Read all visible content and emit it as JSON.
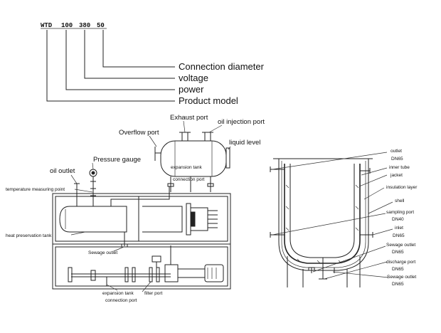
{
  "model_code": {
    "parts": [
      "WTD",
      "100",
      "380",
      "50"
    ],
    "legend": [
      "Connection diameter",
      "voltage",
      "power",
      "Product model"
    ]
  },
  "heater": {
    "labels": {
      "exhaust_port": "Exhaust port",
      "oil_injection_port": "oil injection port",
      "overflow_port": "Overflow port",
      "liquid_level": "liquid level",
      "pressure_gauge": "Pressure gauge",
      "expansion_tank": "expansion tank",
      "connection_port": "connection port",
      "oil_outlet": "oil outlet",
      "temperature_measuring_point": "temperature measuring point",
      "heat_preservation_tank": "heat preservation tank",
      "sewage_outlet": "Sewage outlet",
      "filter_port": "filter port",
      "expansion_tank_bottom": "expansion tank",
      "connection_port_bottom": "connection port"
    }
  },
  "vessel": {
    "labels": {
      "outlet": "outlet",
      "outlet_dn": "DN65",
      "inner_tube": "inner tube",
      "jacket": "jacket",
      "insulation_layer": "insulation layer",
      "shell": "shell",
      "sampling_port": "sampling port",
      "sampling_dn": "DN40",
      "inlet": "inlet",
      "inlet_dn": "DN65",
      "sewage_outlet_1": "Sewage outlet",
      "sewage_dn_1": "DN65",
      "discharge_port": "discharge port",
      "discharge_dn": "DN65",
      "sewage_outlet_2": "Sewage outlet",
      "sewage_dn_2": "DN65"
    }
  }
}
